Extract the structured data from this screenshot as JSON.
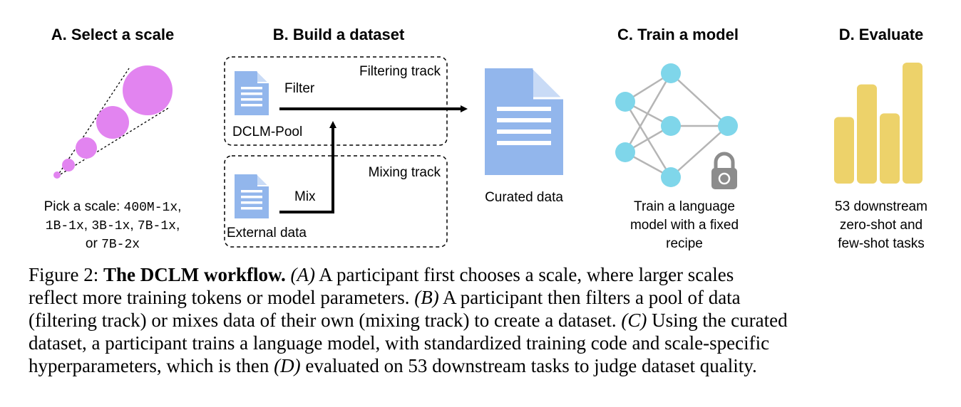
{
  "panels": {
    "a": {
      "title": "A. Select a scale",
      "desc_prefix": "Pick a scale: ",
      "scales": [
        "400M-1x",
        "1B-1x",
        "3B-1x",
        "7B-1x",
        "7B-2x"
      ],
      "or": "or "
    },
    "b": {
      "title": "B. Build a dataset",
      "filtering_track": "Filtering track",
      "mixing_track": "Mixing track",
      "filter": "Filter",
      "mix": "Mix",
      "pool": "DCLM-Pool",
      "external": "External data",
      "curated": "Curated data"
    },
    "c": {
      "title": "C. Train a model",
      "desc": [
        "Train a language",
        "model with a fixed",
        "recipe"
      ]
    },
    "d": {
      "title": "D. Evaluate",
      "desc": [
        "53 downstream",
        "zero-shot and",
        "few-shot tasks"
      ],
      "bars": [
        0.55,
        0.82,
        0.58,
        1.0
      ]
    }
  },
  "caption": {
    "figure": "Figure 2:",
    "bold": "The DCLM workflow.",
    "l1": "(A)",
    "t1": "A participant first chooses a scale, where larger scales",
    "t2": "reflect more training tokens or model parameters.",
    "l2": "(B)",
    "t3": "A participant then filters a pool of data",
    "t4": "(filtering track) or mixes data of their own (mixing track) to create a dataset.",
    "l3": "(C)",
    "t5": "Using the curated",
    "t6": "dataset, a participant trains a language model, with standardized training code and scale-specific",
    "t7": "hyperparameters, which is then",
    "l4": "(D)",
    "t8": "evaluated on 53 downstream tasks to judge dataset quality."
  },
  "colors": {
    "scale_bubble": "#E284F0",
    "document": "#92B6EC",
    "node": "#7FD6EA",
    "edge": "#B5B5B5",
    "bar": "#EDD26A",
    "lock": "#8C8C8C"
  }
}
